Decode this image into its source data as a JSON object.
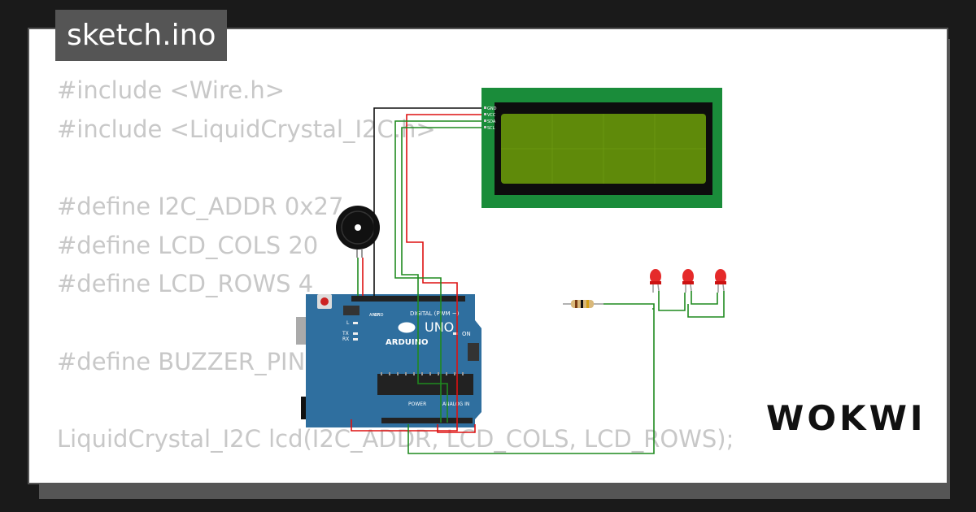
{
  "file_tab": {
    "label": "sketch.ino"
  },
  "code_lines": [
    "#include <Wire.h>",
    "#include <LiquidCrystal_I2C.h>",
    "",
    "#define I2C_ADDR 0x27",
    "#define LCD_COLS 20",
    "#define LCD_ROWS 4",
    "",
    "#define BUZZER_PIN",
    "",
    "LiquidCrystal_I2C lcd(I2C_ADDR, LCD_COLS, LCD_ROWS);"
  ],
  "lcd": {
    "pins": [
      "GND",
      "VCC",
      "SDA",
      "SCL"
    ]
  },
  "arduino": {
    "brand": "ARDUINO",
    "model": "UNO",
    "on_label": "ON",
    "digital_label": "DIGITAL (PWM ~)",
    "power_label": "POWER",
    "analog_label": "ANALOG IN",
    "l_label": "L",
    "tx_label": "TX",
    "rx_label": "RX",
    "aref_label": "AREF",
    "gnd_label": "GND"
  },
  "logo": {
    "text": "WOKWI"
  },
  "colors": {
    "wire_green": "#1f8a1f",
    "wire_red": "#d11",
    "wire_black": "#111",
    "board_blue": "#2f6f9f",
    "lcd_green": "#1a8c3a"
  }
}
